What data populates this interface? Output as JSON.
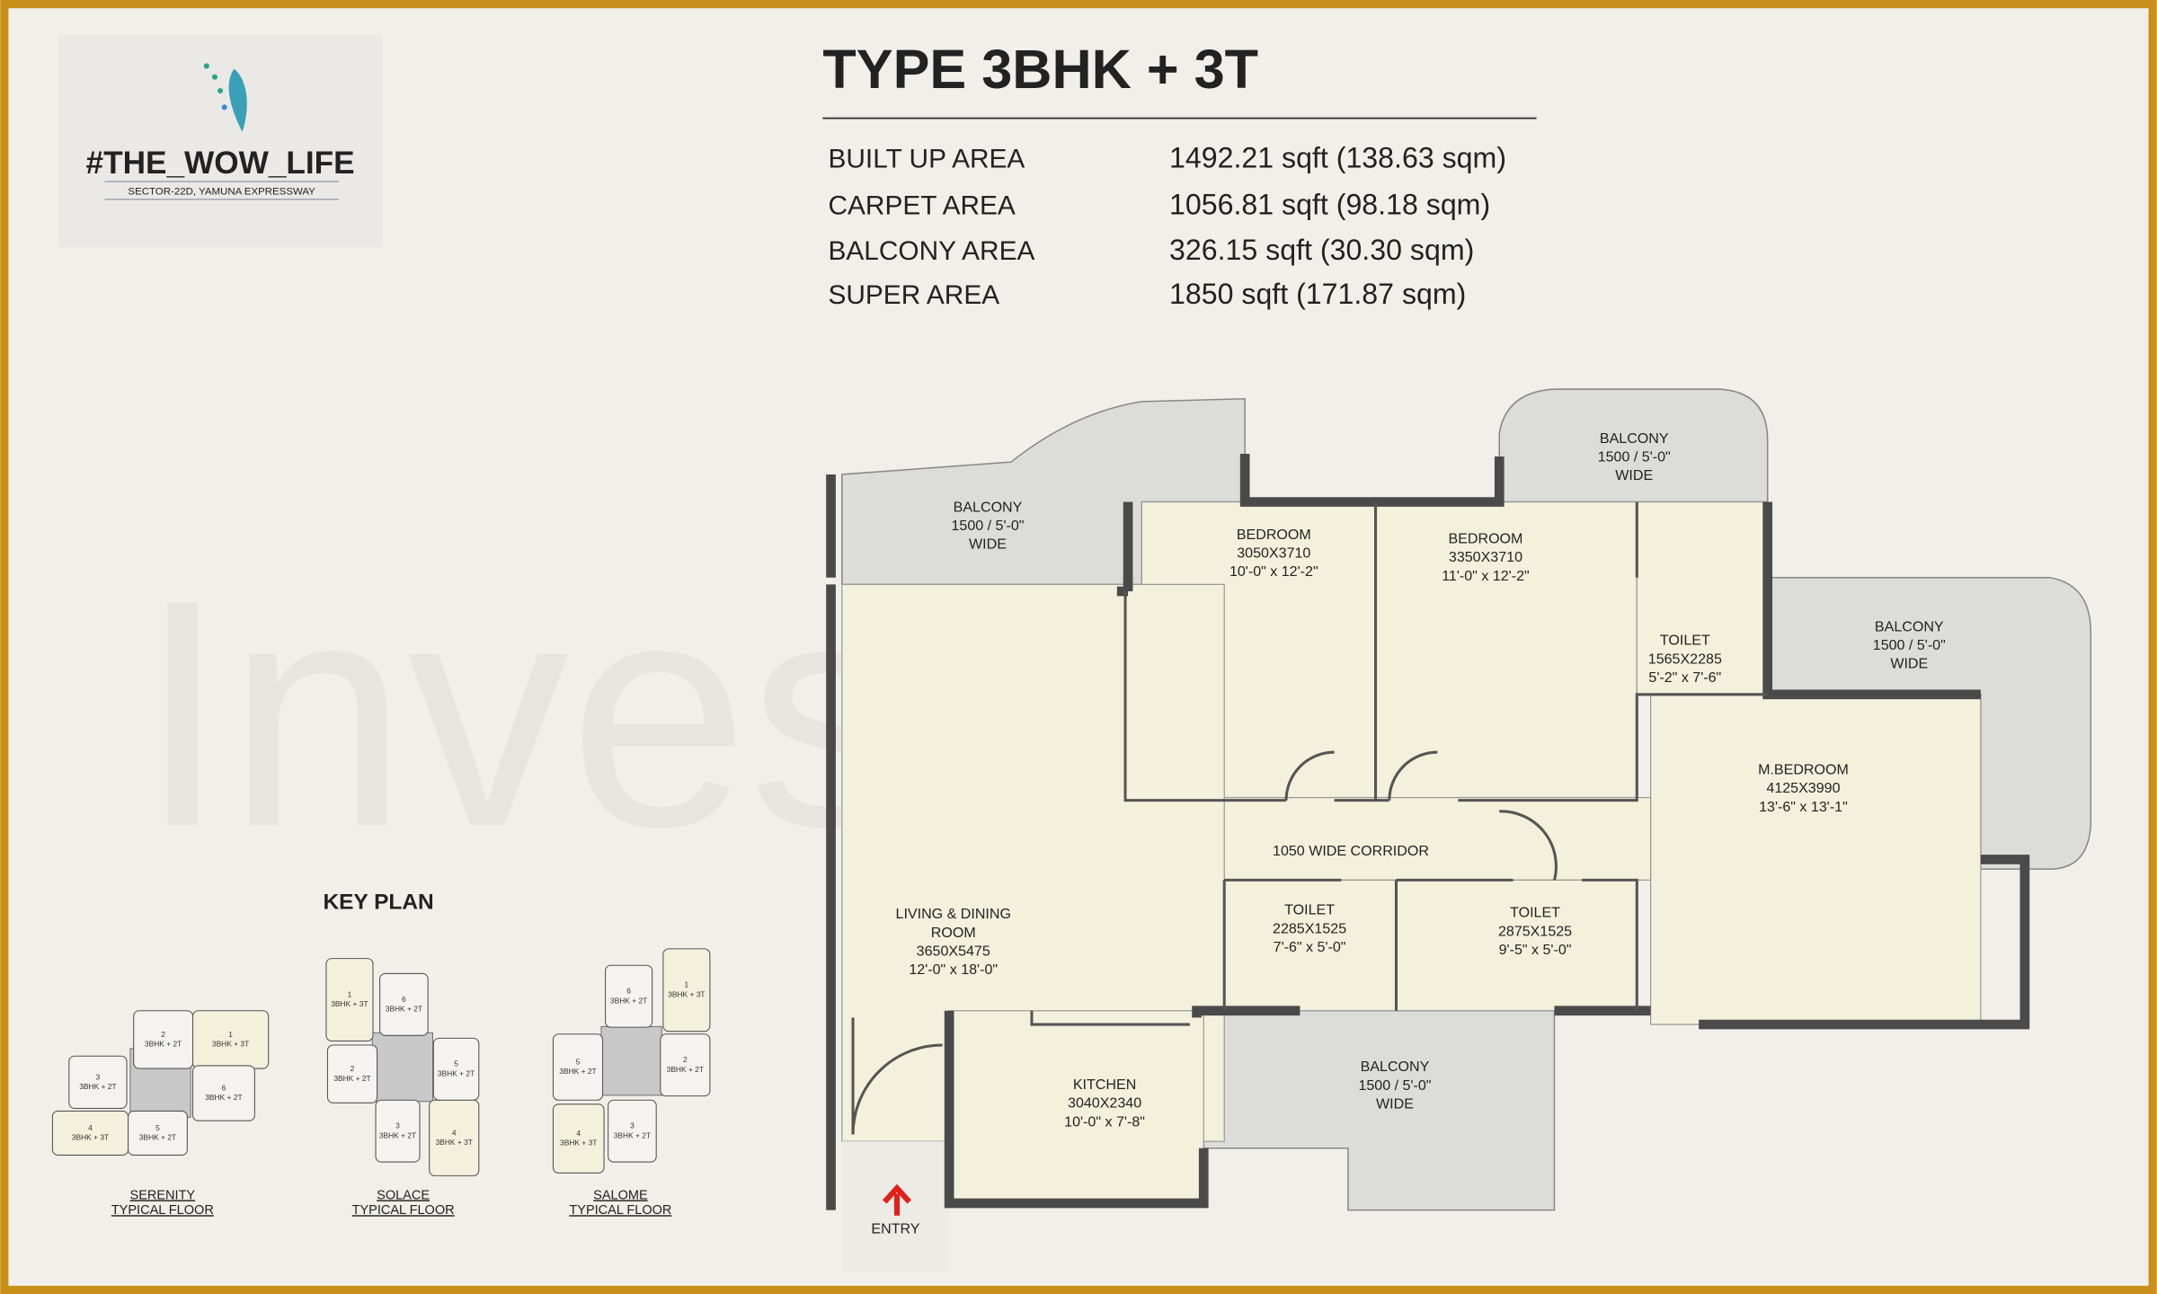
{
  "logo": {
    "brand": "#THE_WOW_LIFE",
    "tagline": "SECTOR-22D, YAMUNA EXPRESSWAY",
    "icon": "feather-icon"
  },
  "title": "TYPE 3BHK + 3T",
  "areas": [
    {
      "label": "BUILT UP AREA",
      "value": "1492.21 sqft (138.63 sqm)"
    },
    {
      "label": "CARPET AREA",
      "value": "1056.81 sqft (98.18 sqm)"
    },
    {
      "label": "BALCONY AREA",
      "value": "326.15 sqft (30.30 sqm)"
    },
    {
      "label": "SUPER AREA",
      "value": "1850 sqft (171.87 sqm)"
    }
  ],
  "watermark": "Investor Mart",
  "rooms": [
    {
      "lines": [
        "BALCONY",
        "1500 / 5'-0\"",
        "WIDE"
      ]
    },
    {
      "lines": [
        "BEDROOM",
        "3050X3710",
        "10'-0\" x 12'-2\""
      ]
    },
    {
      "lines": [
        "BEDROOM",
        "3350X3710",
        "11'-0\" x 12'-2\""
      ]
    },
    {
      "lines": [
        "BALCONY",
        "1500 / 5'-0\"",
        "WIDE"
      ]
    },
    {
      "lines": [
        "TOILET",
        "1565X2285",
        "5'-2\" x 7'-6\""
      ]
    },
    {
      "lines": [
        "BALCONY",
        "1500 / 5'-0\"",
        "WIDE"
      ]
    },
    {
      "lines": [
        "M.BEDROOM",
        "4125X3990",
        "13'-6\" x 13'-1\""
      ]
    },
    {
      "lines": [
        "1050 WIDE CORRIDOR"
      ]
    },
    {
      "lines": [
        "LIVING & DINING",
        "ROOM",
        "3650X5475",
        "12'-0\" x 18'-0\""
      ]
    },
    {
      "lines": [
        "TOILET",
        "2285X1525",
        "7'-6\" x 5'-0\""
      ]
    },
    {
      "lines": [
        "TOILET",
        "2875X1525",
        "9'-5\" x 5'-0\""
      ]
    },
    {
      "lines": [
        "BALCONY",
        "1500 / 5'-0\"",
        "WIDE"
      ]
    },
    {
      "lines": [
        "KITCHEN",
        "3040X2340",
        "10'-0\" x 7'-8\""
      ]
    },
    {
      "lines": [
        "ENTRY"
      ]
    }
  ],
  "key_plan": {
    "title": "KEY PLAN",
    "buildings": [
      {
        "name": "SERENITY",
        "floor": "TYPICAL FLOOR",
        "units": [
          {
            "num": "1",
            "type": "3BHK + 3T",
            "highlight": true
          },
          {
            "num": "2",
            "type": "3BHK + 2T",
            "highlight": false
          },
          {
            "num": "3",
            "type": "3BHK + 2T",
            "highlight": false
          },
          {
            "num": "4",
            "type": "3BHK + 3T",
            "highlight": true
          },
          {
            "num": "5",
            "type": "3BHK + 2T",
            "highlight": false
          },
          {
            "num": "6",
            "type": "3BHK + 2T",
            "highlight": false
          }
        ]
      },
      {
        "name": "SOLACE",
        "floor": "TYPICAL FLOOR",
        "units": [
          {
            "num": "1",
            "type": "3BHK + 3T",
            "highlight": true
          },
          {
            "num": "2",
            "type": "3BHK + 2T",
            "highlight": false
          },
          {
            "num": "3",
            "type": "3BHK + 2T",
            "highlight": false
          },
          {
            "num": "4",
            "type": "3BHK + 3T",
            "highlight": true
          },
          {
            "num": "5",
            "type": "3BHK + 2T",
            "highlight": false
          },
          {
            "num": "6",
            "type": "3BHK + 2T",
            "highlight": false
          }
        ]
      },
      {
        "name": "SALOME",
        "floor": "TYPICAL FLOOR",
        "units": [
          {
            "num": "1",
            "type": "3BHK + 3T",
            "highlight": true
          },
          {
            "num": "2",
            "type": "3BHK + 2T",
            "highlight": false
          },
          {
            "num": "3",
            "type": "3BHK + 2T",
            "highlight": false
          },
          {
            "num": "4",
            "type": "3BHK + 3T",
            "highlight": true
          },
          {
            "num": "5",
            "type": "3BHK + 2T",
            "highlight": false
          },
          {
            "num": "6",
            "type": "3BHK + 2T",
            "highlight": false
          }
        ]
      }
    ]
  },
  "colors": {
    "frame": "#c8901a",
    "title": "#1d4e7a",
    "room": "#f3f1dc",
    "balcony": "#dcdcda",
    "wall": "#4a4a4a",
    "entry_arrow": "#e0201a"
  }
}
